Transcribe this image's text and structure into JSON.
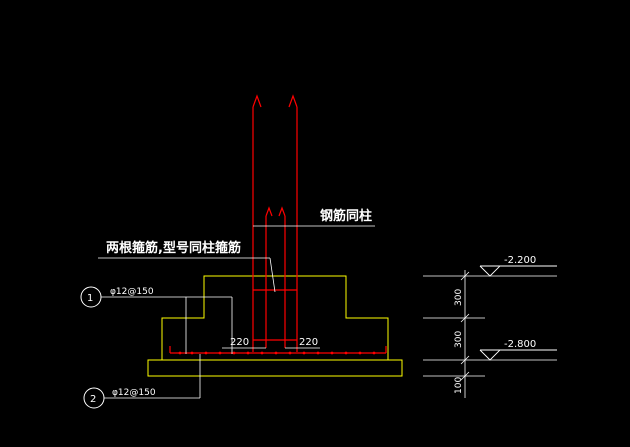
{
  "drawing": {
    "labels": {
      "rebar_same_as_column": "钢筋同柱",
      "two_stirrups_note": "两根箍筋,型号同柱箍筋",
      "rebar_1": "φ12@150",
      "rebar_2": "φ12@150",
      "width_left": "220",
      "width_right": "220",
      "marker_1": "1",
      "marker_2": "2"
    },
    "elevations": {
      "top": "-2.200",
      "bottom": "-2.800"
    },
    "dimensions": {
      "upper_step": "300",
      "lower_step": "300",
      "cushion": "100"
    },
    "colors": {
      "background": "#000000",
      "foundation_outline": "#ffff00",
      "rebar": "#ff0000",
      "annotation": "#ffffff"
    }
  }
}
